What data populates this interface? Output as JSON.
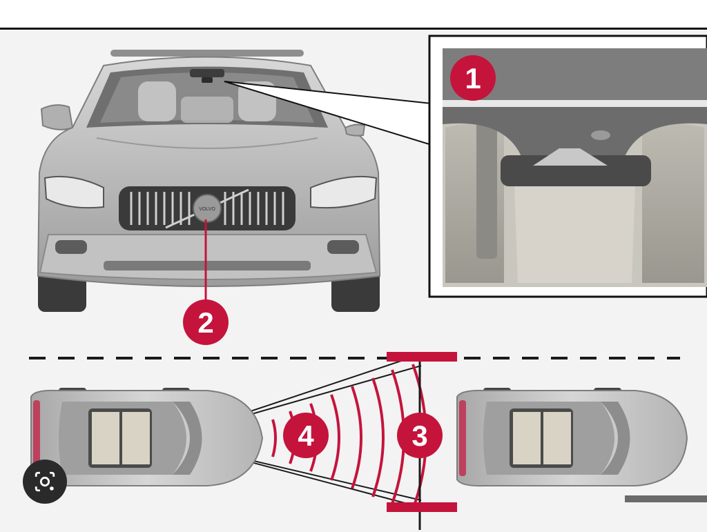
{
  "callouts": {
    "camera": "1",
    "front_radar": "2",
    "distance": "3",
    "radar_waves": "4"
  },
  "grille_logo": "VOLVO",
  "colors": {
    "accent": "#c4143c",
    "car_body": "#b9b9b9",
    "background": "#f3f3f3",
    "lane_line": "#1a1a1a"
  },
  "icons": {
    "lens": "google-lens-icon"
  }
}
